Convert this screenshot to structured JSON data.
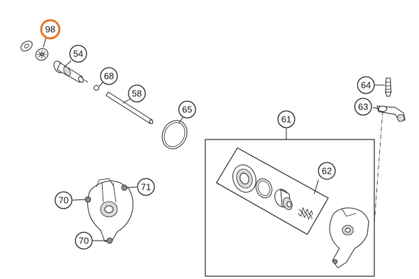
{
  "callouts": {
    "c98": "98",
    "c54": "54",
    "c68": "68",
    "c58": "58",
    "c65": "65",
    "c64": "64",
    "c63": "63",
    "c61": "61",
    "c62": "62",
    "c70a": "70",
    "c71": "71",
    "c70b": "70"
  },
  "colors": {
    "highlight": "#e87722",
    "ink": "#222222",
    "background": "#ffffff"
  }
}
